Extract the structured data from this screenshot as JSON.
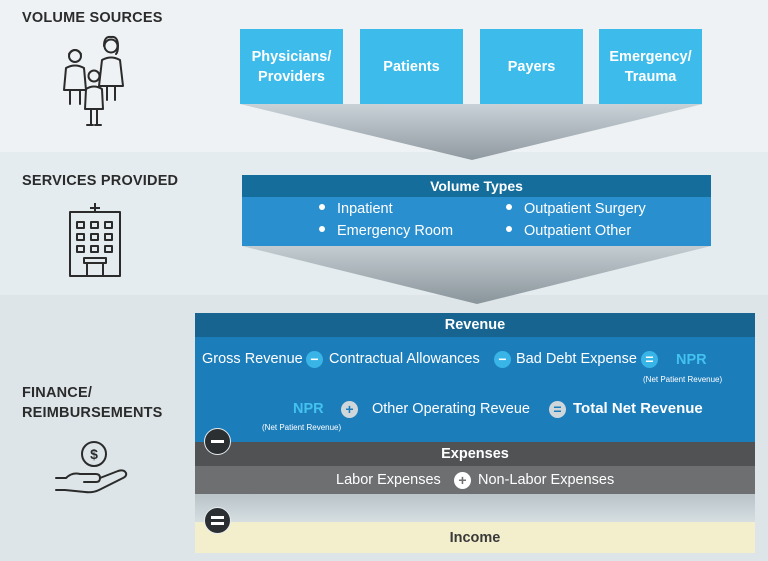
{
  "sections": {
    "volume_sources": "VOLUME SOURCES",
    "services_provided": "SERVICES PROVIDED",
    "finance_line1": "FINANCE/",
    "finance_line2": "REIMBURSEMENTS"
  },
  "sources": [
    {
      "line1": "Physicians/",
      "line2": "Providers"
    },
    {
      "line1": "Patients",
      "line2": ""
    },
    {
      "line1": "Payers",
      "line2": ""
    },
    {
      "line1": "Emergency/",
      "line2": "Trauma"
    }
  ],
  "volume_types": {
    "title": "Volume Types",
    "items": [
      "Inpatient",
      "Outpatient Surgery",
      "Emergency Room",
      "Outpatient Other"
    ]
  },
  "revenue": {
    "title": "Revenue",
    "gross": "Gross Revenue",
    "contractual": "Contractual Allowances",
    "bad_debt": "Bad Debt Expense",
    "npr": "NPR",
    "npr_note": "(Net Patient Revenue)",
    "other_operating": "Other Operating Reveue",
    "total": "Total Net Revenue"
  },
  "operators": {
    "minus": "−",
    "plus": "+",
    "equals": "="
  },
  "expenses": {
    "title": "Expenses",
    "labor": "Labor Expenses",
    "non_labor": "Non-Labor Expenses"
  },
  "income": {
    "title": "Income"
  },
  "colors": {
    "source_box": "#3dbcec",
    "volume_header": "#156d9c",
    "volume_body": "#2a8fcf",
    "revenue_header": "#16648f",
    "revenue_body": "#1c7dbb",
    "npr_text": "#43c2ef",
    "expenses_header": "#505254",
    "expenses_body": "#6d6f71",
    "income": "#f3efcd"
  }
}
